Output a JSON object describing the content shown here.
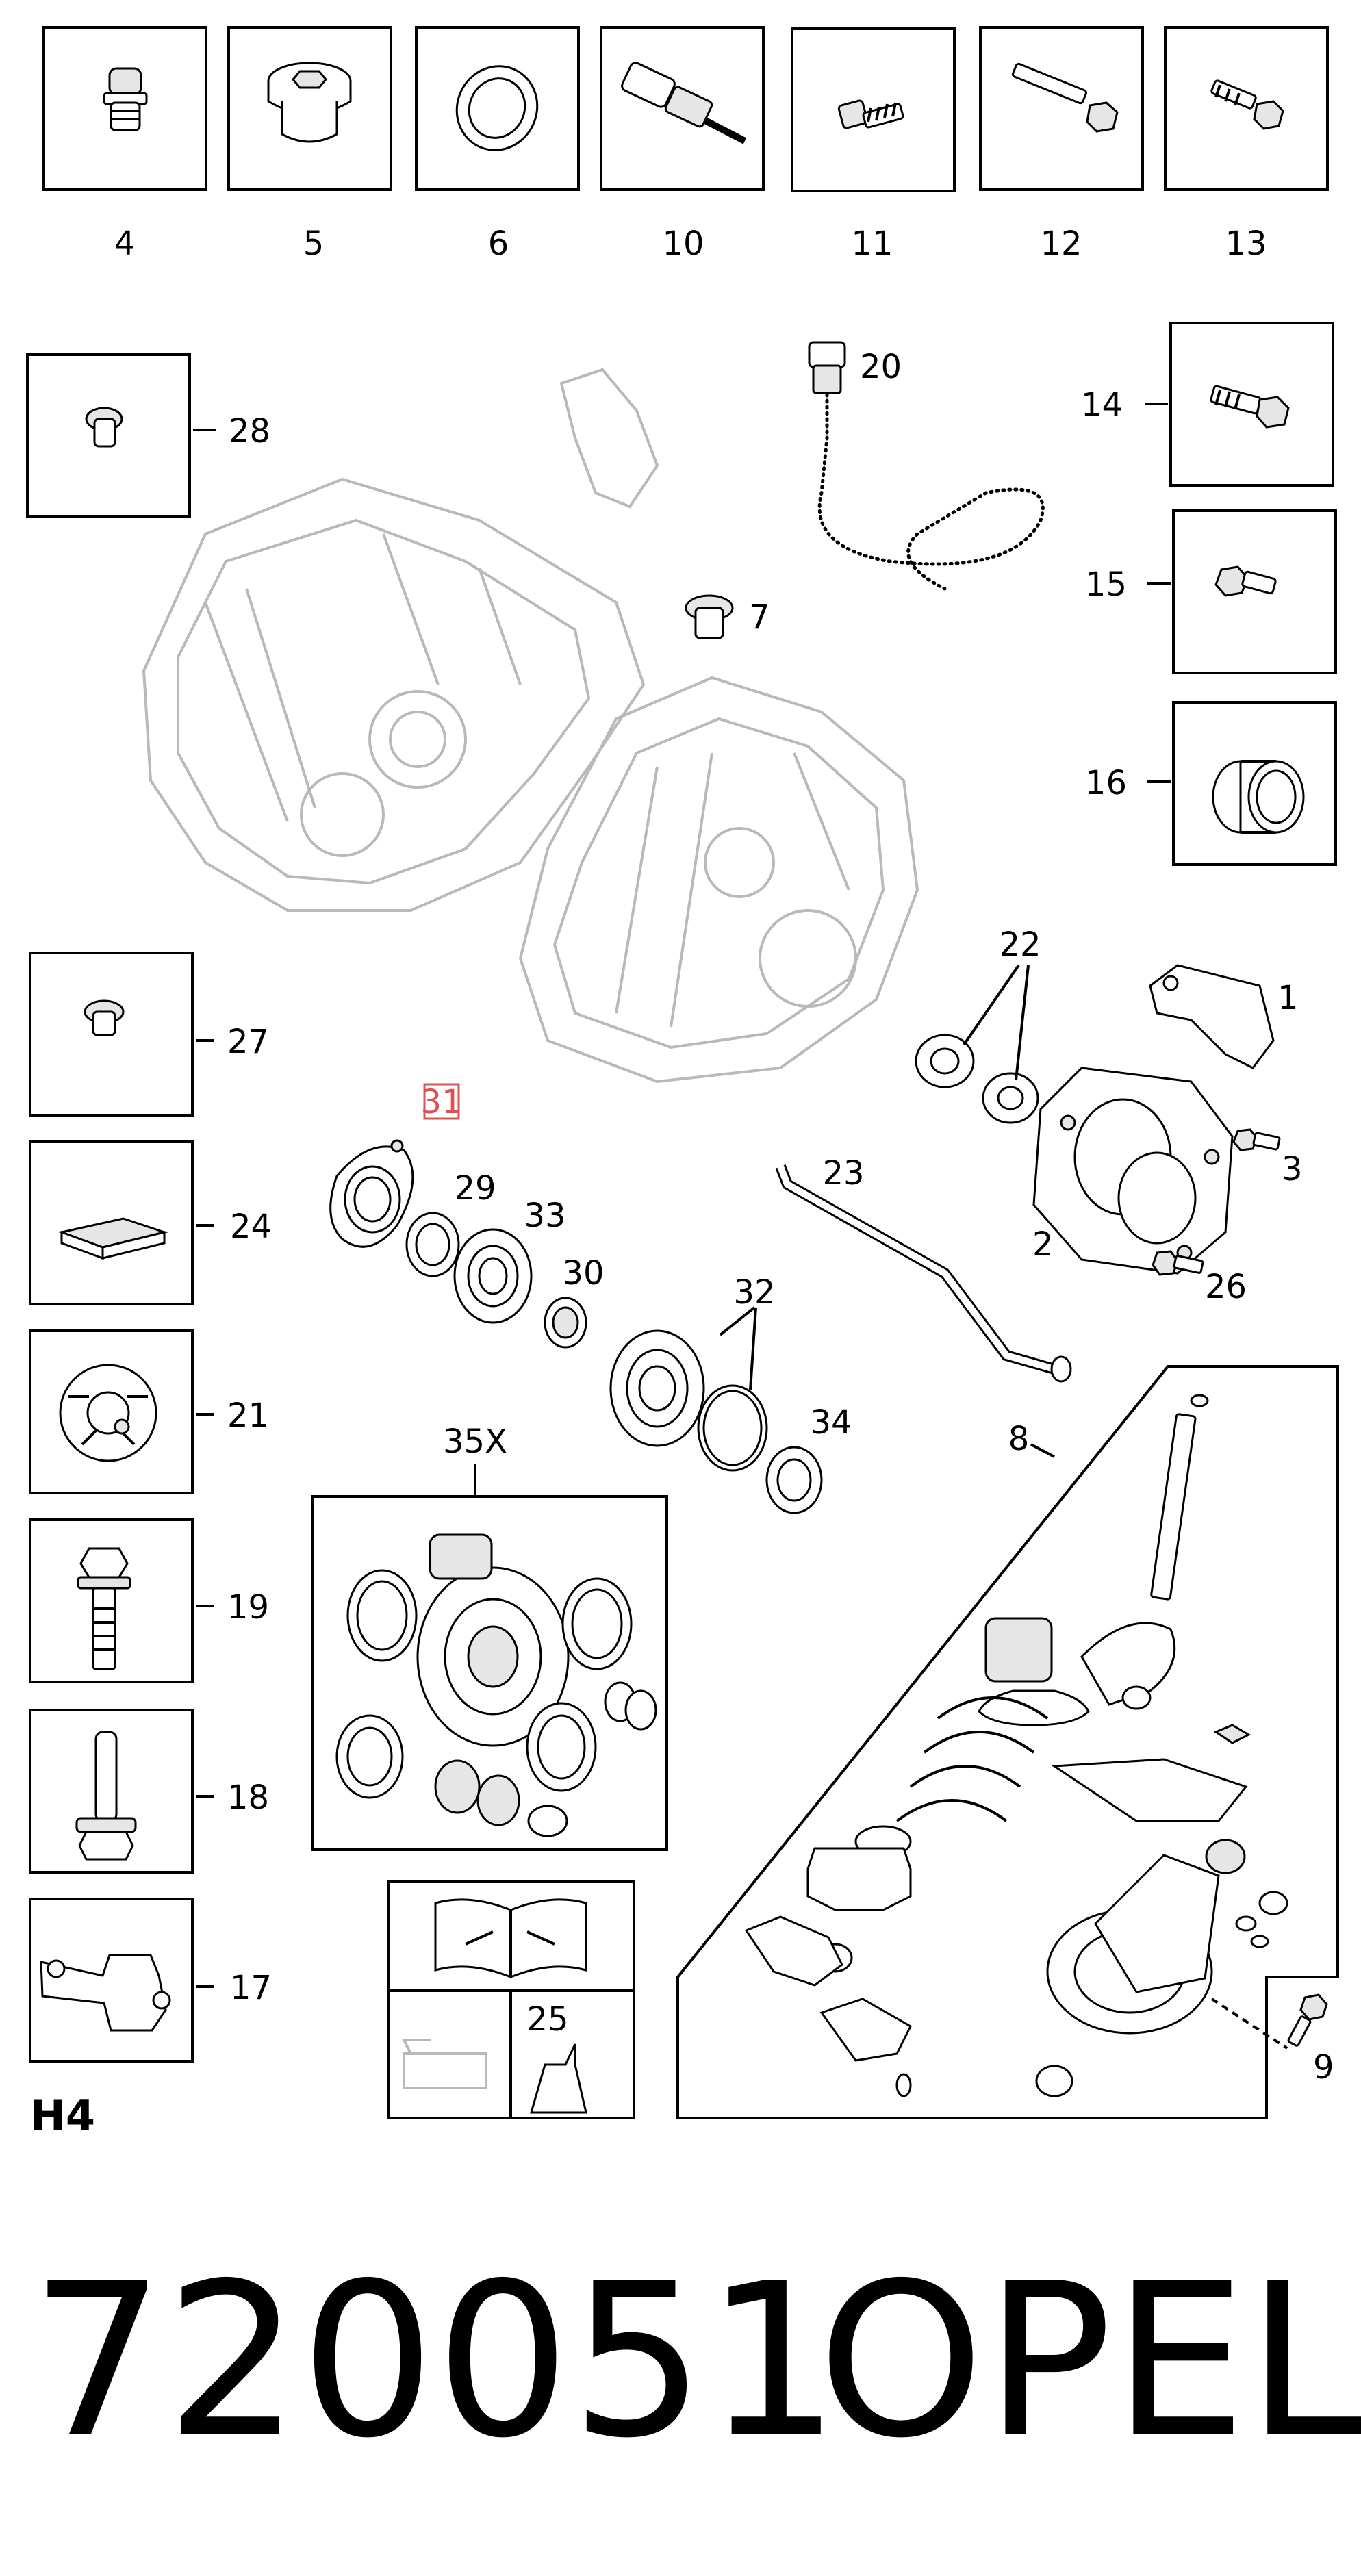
{
  "diagram": {
    "part_numbers": [
      "4",
      "5",
      "6",
      "10",
      "11",
      "12",
      "13",
      "28",
      "20",
      "14",
      "15",
      "16",
      "7",
      "22",
      "1",
      "3",
      "2",
      "26",
      "27",
      "31",
      "29",
      "33",
      "30",
      "23",
      "24",
      "32",
      "21",
      "34",
      "8",
      "35X",
      "19",
      "18",
      "17",
      "25",
      "9"
    ],
    "section_label": "H4",
    "catalog_number": "720051",
    "brand": "OPEL",
    "highlight_color": "#e05050"
  }
}
